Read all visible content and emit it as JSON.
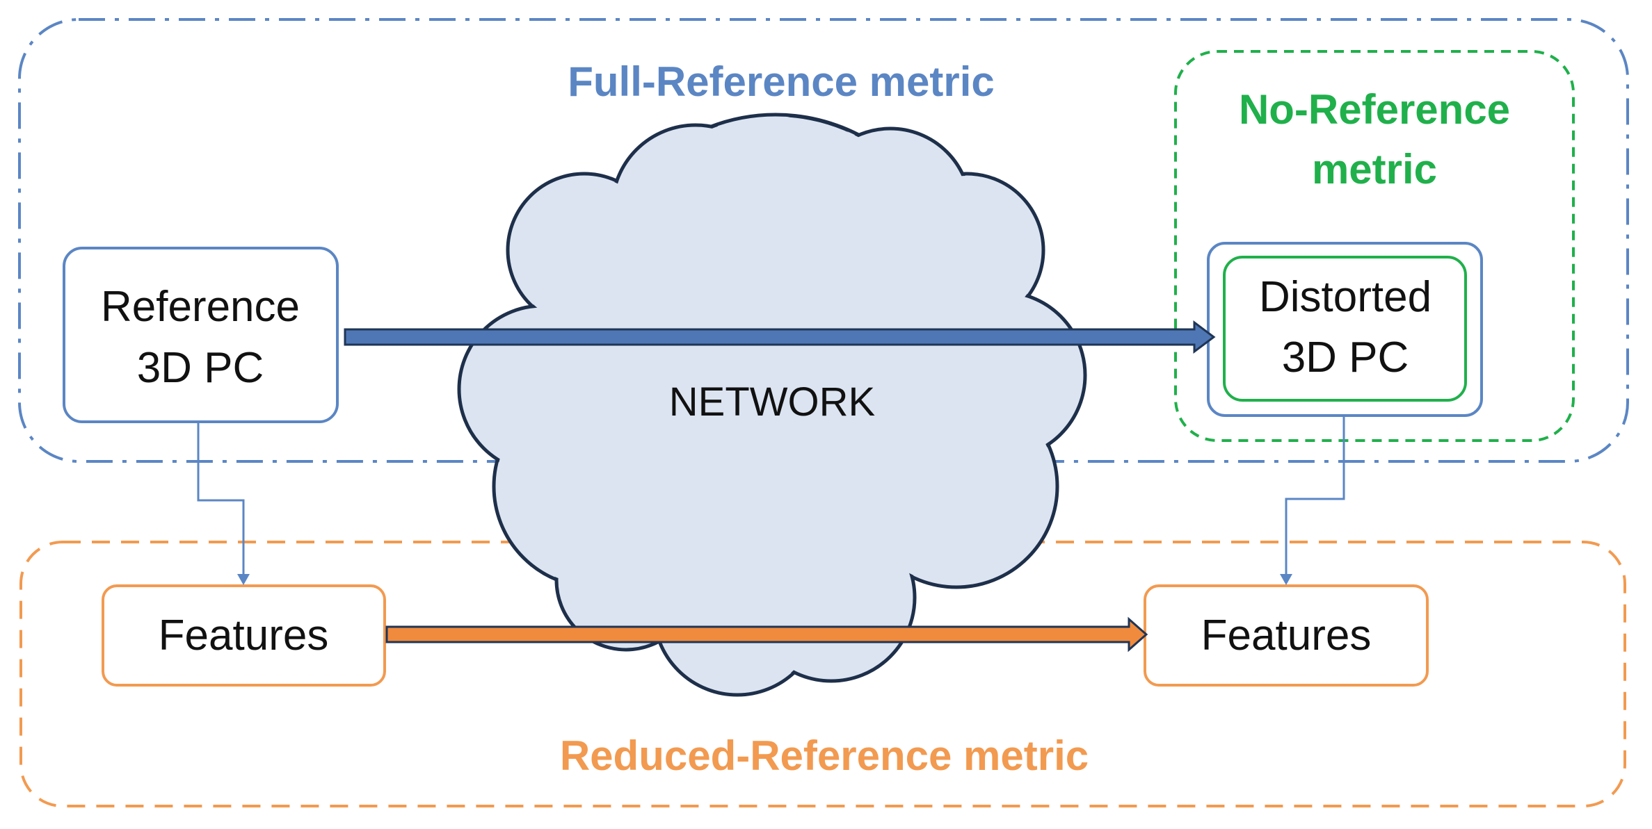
{
  "full_reference": {
    "title": "Full-Reference metric",
    "color": "#5b86c4"
  },
  "no_reference": {
    "title_line1": "No-Reference",
    "title_line2": "metric",
    "color": "#20b04b"
  },
  "reduced_reference": {
    "title": "Reduced-Reference metric",
    "color": "#f29a50"
  },
  "reference_pc": {
    "line1": "Reference",
    "line2": "3D PC"
  },
  "distorted_pc": {
    "line1": "Distorted",
    "line2": "3D PC"
  },
  "network": {
    "label": "NETWORK",
    "fill": "#dbe4f0",
    "stroke": "#1e2f4a"
  },
  "features_left": {
    "label": "Features"
  },
  "features_right": {
    "label": "Features"
  },
  "arrows": {
    "blue_fill": "#4f77b5",
    "orange_fill": "#f08a3c",
    "outline": "#1f3556"
  }
}
